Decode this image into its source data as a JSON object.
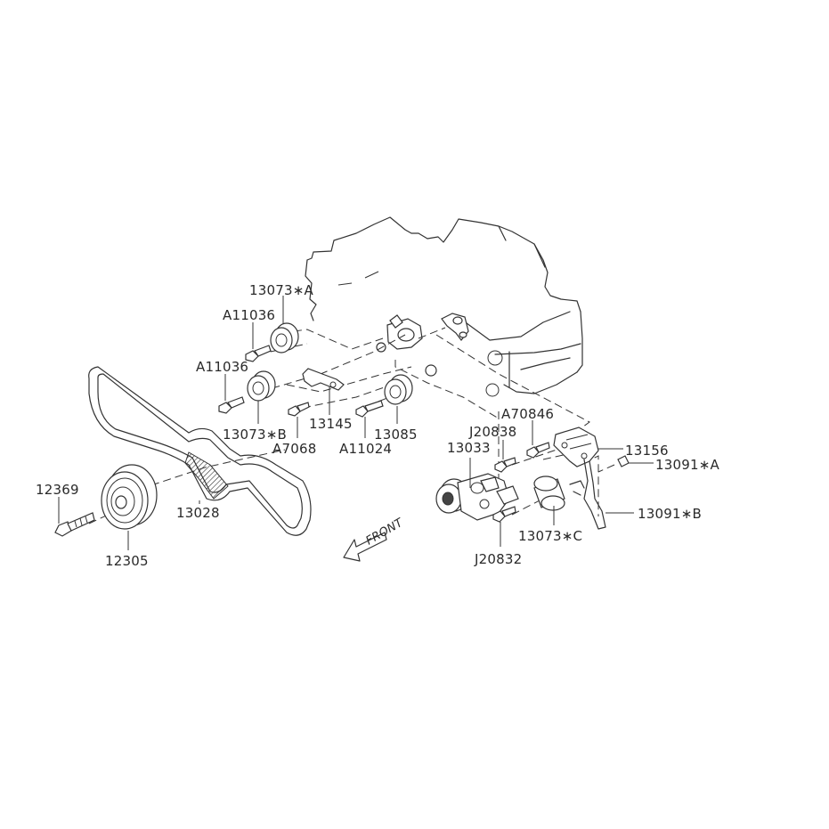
{
  "callouts": {
    "c13073_a": "13073∗A",
    "c11036_upper": "A11036",
    "c11036_lower": "A11036",
    "c13073_b": "13073∗B",
    "c13145": "13145",
    "c7068": "A7068",
    "c11024": "A11024",
    "c13085": "13085",
    "c12369": "12369",
    "c12305": "12305",
    "c13028": "13028",
    "c70846": "A70846",
    "c20838": "J20838",
    "c13033": "13033",
    "c13156": "13156",
    "c13091_a": "13091∗A",
    "c13091_b": "13091∗B",
    "c13073_c": "13073∗C",
    "c20832": "J20832"
  },
  "front_marker": "FRONT",
  "colors": {
    "ink": "#333333",
    "label": "#2a2a2a",
    "background": "#ffffff"
  }
}
